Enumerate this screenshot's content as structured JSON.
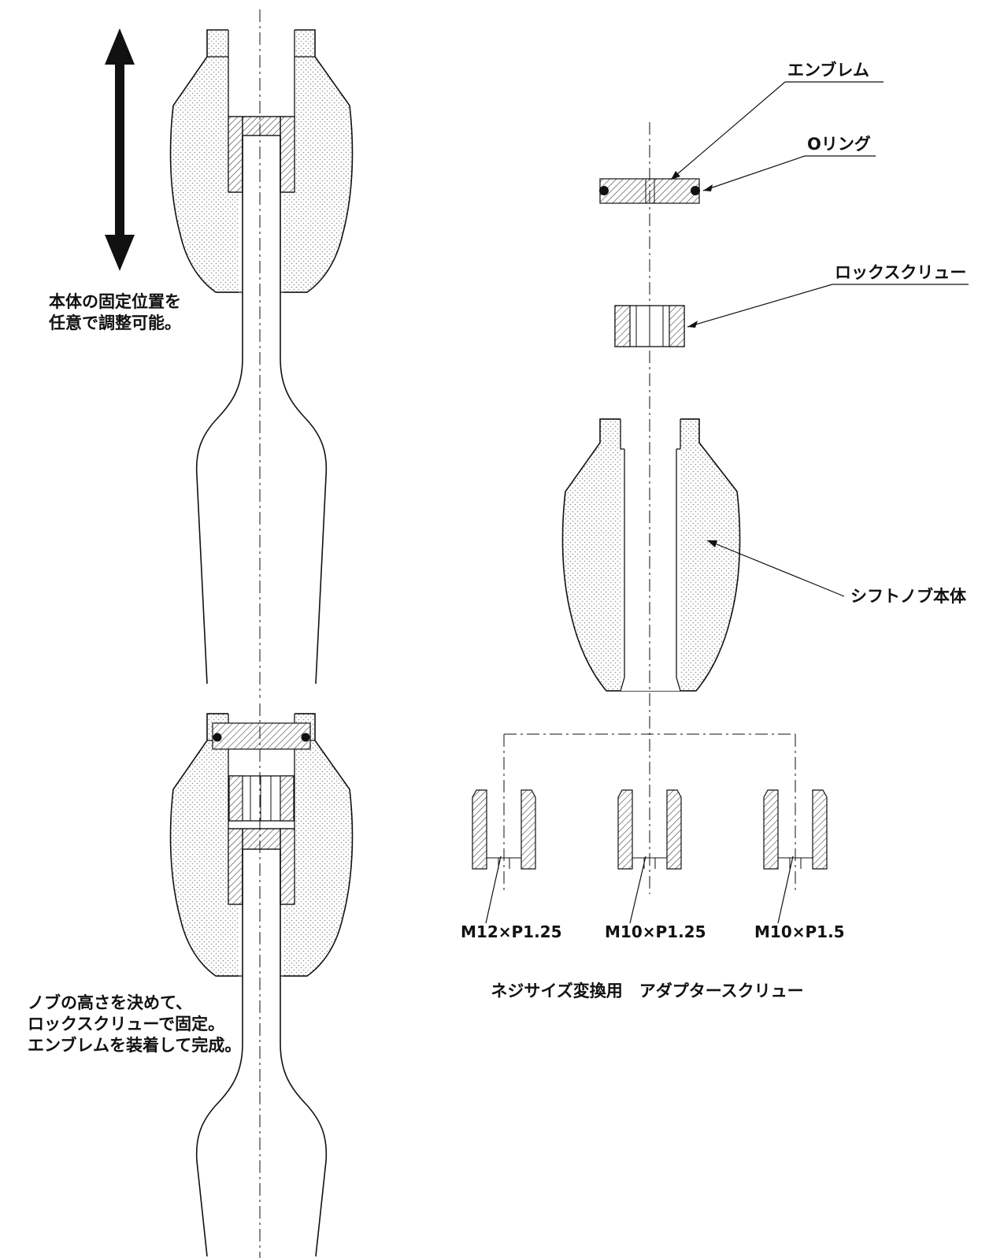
{
  "figures": {
    "adjust": {
      "note_lines": [
        "本体の固定位置を",
        "任意で調整可能。"
      ]
    },
    "complete": {
      "note_lines": [
        "ノブの高さを決めて、",
        "ロックスクリューで固定。",
        "エンブレムを装着して完成。"
      ]
    }
  },
  "exploded": {
    "labels": {
      "emblem": "エンブレム",
      "oring": "Oリング",
      "lock_screw": "ロックスクリュー",
      "knob_body": "シフトノブ本体"
    },
    "adapters": {
      "sizes": [
        "M12×P1.25",
        "M10×P1.25",
        "M10×P1.5"
      ],
      "caption": "ネジサイズ変換用　アダプタースクリュー"
    }
  },
  "colors": {
    "ink": "#111111",
    "background": "#ffffff"
  }
}
